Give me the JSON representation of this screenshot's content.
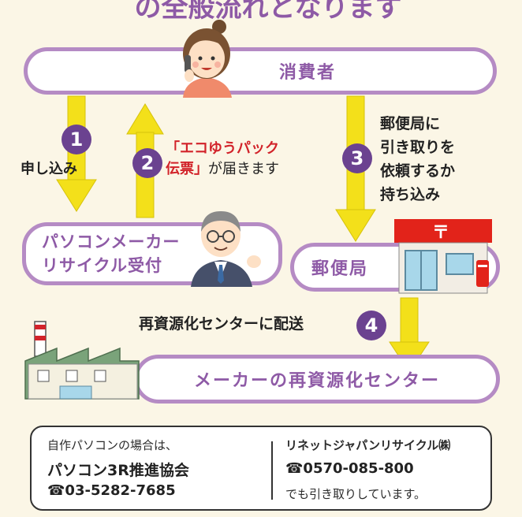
{
  "header_partial": "の全般流れとなります",
  "nodes": {
    "consumer": "消費者",
    "pc_maker_line1": "パソコンメーカー",
    "pc_maker_line2": "リサイクル受付",
    "post_office": "郵便局",
    "recycle_center": "メーカーの再資源化センター"
  },
  "steps": [
    {
      "num": "1",
      "text": "申し込み"
    },
    {
      "num": "2",
      "highlight_line1": "「エコゆうパック",
      "highlight_line2": "伝票」",
      "text_rest": "が届きます"
    },
    {
      "num": "3",
      "lines": [
        "郵便局に",
        "引き取りを",
        "依頼するか",
        "持ち込み"
      ]
    },
    {
      "num": "4",
      "text": "再資源化センターに配送"
    }
  ],
  "post_sign": "〒",
  "info": {
    "left": {
      "line1": "自作パソコンの場合は、",
      "org": "パソコン3R推進協会",
      "phone": "☎03-5282-7685"
    },
    "right": {
      "org": "リネットジャパンリサイクル㈱",
      "phone": "☎0570-085-800",
      "note": "でも引き取りしています。"
    }
  },
  "colors": {
    "background": "#fbf6e6",
    "pill_border": "#b58bc4",
    "pill_text": "#8e5aa6",
    "arrow": "#f3e01a",
    "step_circle": "#6b4290",
    "highlight_red": "#d2232a"
  }
}
